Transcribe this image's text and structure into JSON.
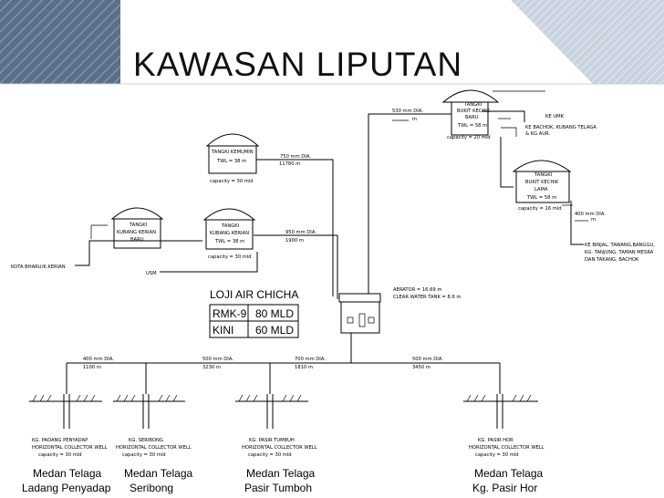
{
  "slide": {
    "title": "KAWASAN LIPUTAN",
    "accent_color": "#5b6f88"
  },
  "tanks": {
    "kemumin": {
      "l1": "TANGKI KEMUMIN",
      "l2": "TWL = 38 m",
      "cap": "capacity = 30 mld"
    },
    "kubang_kerian_baru": {
      "l1": "TANGKI",
      "l2": "KUBANG KERIAN",
      "l3": "BARU"
    },
    "kubang_kerian": {
      "l1": "TANGKI",
      "l2": "KUBANG KERIAN",
      "l3": "TWL = 38 m",
      "cap": "capacity = 30 mld"
    },
    "bukit_kechik_baru": {
      "l1": "TANGKI",
      "l2": "BUKIT KECHIK",
      "l3": "BARU",
      "l4": "TWL = 58 m",
      "cap": "capacity = 20 mld"
    },
    "bukit_kechik_lama": {
      "l1": "TANGKI",
      "l2": "BUKIT KECHIK",
      "l3": "LAMA",
      "l4": "TWL = 58 m",
      "cap": "capacity = 16 mld"
    }
  },
  "pipes": {
    "p530": {
      "dia": "530 mm DIA.",
      "len": "m"
    },
    "p750": {
      "dia": "750 mm DIA.",
      "len": "11780 m"
    },
    "p950": {
      "dia": "950 mm DIA.",
      "len": "1900 m"
    },
    "p400r": {
      "dia": "400 mm DIA.",
      "len": "m"
    },
    "p400": {
      "dia": "400 mm DIA.",
      "len": "1100 m"
    },
    "p500a": {
      "dia": "500 mm DIA.",
      "len": "3230 m"
    },
    "p700": {
      "dia": "700 mm DIA.",
      "len": "1810 m"
    },
    "p500b": {
      "dia": "500 mm DIA.",
      "len": "3450 m"
    }
  },
  "destinations": {
    "ke_umk": "KE UMK",
    "ke_bachok_1": "KE BACHOK, KUBANG TELAGA",
    "ke_bachok_2": "& KG AUR.",
    "ke_binjal_1": "KE BINJAL, TAWANG,BANGGU,",
    "ke_binjal_2": "KG. TANJUNG, TAMAN MESRA",
    "ke_binjal_3": "DAN TAKANG, BACHOK",
    "kota_bharu": "KOTA BHARU/K.KERIAN",
    "usm": "USM"
  },
  "plant": {
    "name": "LOJI AIR CHICHA",
    "aerator": "AERATOR = 16.69 m",
    "clear_water": "CLEAR WATER TANK = 8.6 m",
    "table": [
      {
        "label": "RMK-9",
        "value": "80 MLD"
      },
      {
        "label": "KINI",
        "value": "60 MLD"
      }
    ]
  },
  "wells": [
    {
      "n1": "KG. PADANG PENYADAP",
      "n2": "HORIZONTAL COLLECTOR WELL",
      "cap": "capacity = 30 mld",
      "loc1": "Medan Telaga",
      "loc2": "Ladang Penyadap"
    },
    {
      "n1": "KG. SERIBONG",
      "n2": "HORIZONTAL COLLECTOR WELL",
      "cap": "capacity = 30 mld",
      "loc1": "Medan Telaga",
      "loc2": "Seribong"
    },
    {
      "n1": "KG. PASIR TUMBUH",
      "n2": "HORIZONTAL COLLECTOR WELL",
      "cap": "capacity = 30 mld",
      "loc1": "Medan Telaga",
      "loc2": "Pasir Tumboh"
    },
    {
      "n1": "KG. PASIR HOR",
      "n2": "HORIZONTAL COLLECTOR WELL",
      "cap": "capacity = 30 mld",
      "loc1": "Medan Telaga",
      "loc2": "Kg. Pasir Hor"
    }
  ]
}
